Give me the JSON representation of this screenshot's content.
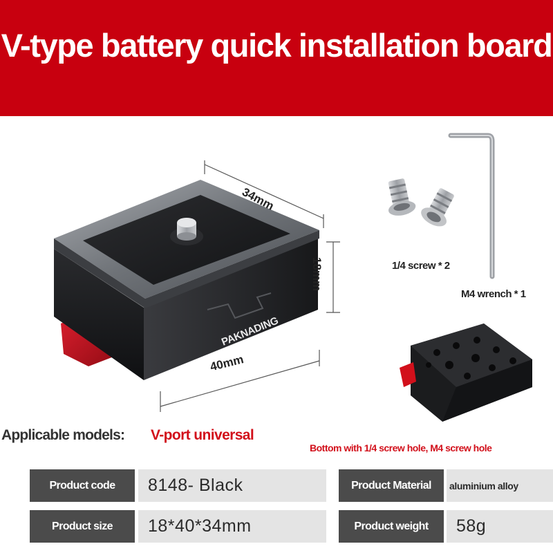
{
  "banner": {
    "title": "V-type battery quick installation board"
  },
  "product": {
    "brand": "PAKNADING",
    "dimensions": {
      "depth": "34mm",
      "height": "18mm",
      "width": "40mm"
    }
  },
  "accessories": {
    "screw_label": "1/4 screw * 2",
    "wrench_label": "M4 wrench * 1"
  },
  "applicable": {
    "label": "Applicable models:",
    "value": "V-port universal"
  },
  "bottom_note": "Bottom with 1/4 screw hole, M4 screw hole",
  "specs": {
    "code": {
      "label": "Product code",
      "value": "8148- Black"
    },
    "material": {
      "label": "Product Material",
      "value": "aluminium alloy"
    },
    "size": {
      "label": "Product size",
      "value": "18*40*34mm"
    },
    "weight": {
      "label": "Product weight",
      "value": "58g"
    }
  },
  "colors": {
    "banner_red": "#c8000f",
    "accent_red": "#d2101b",
    "spec_key_bg": "#4b4b4b",
    "spec_val_bg": "#e4e4e4",
    "plate_dark": "#1d1e20",
    "plate_metal": "#8a8d92"
  }
}
